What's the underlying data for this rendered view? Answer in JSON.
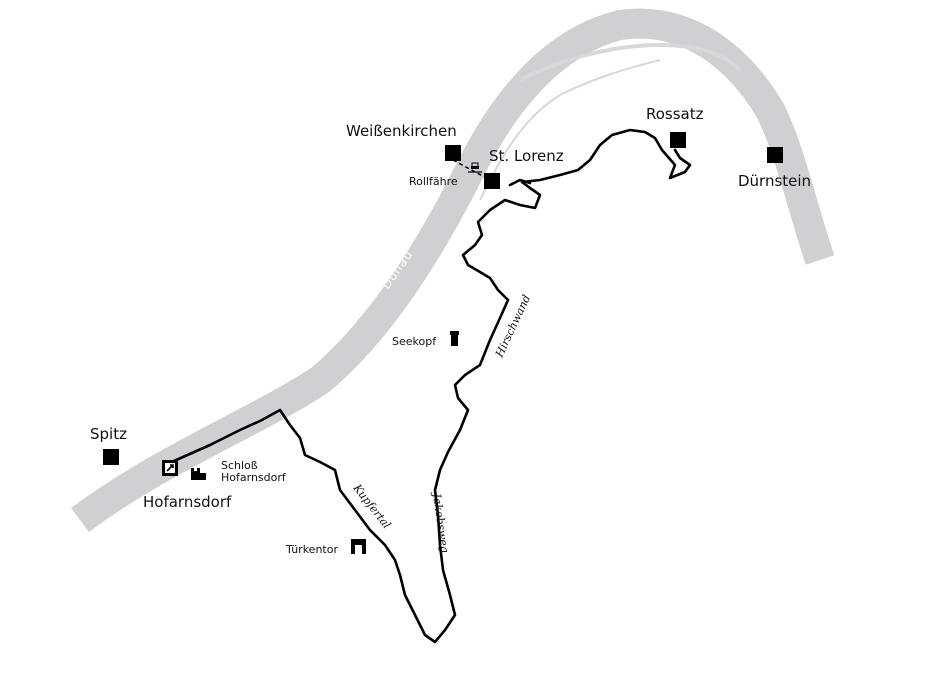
{
  "map": {
    "river": {
      "name": "Donau",
      "color": "#d0d0d2"
    },
    "route_color": "#000000",
    "towns": [
      {
        "id": "spitz",
        "label": "Spitz"
      },
      {
        "id": "hofarnsdorf",
        "label": "Hofarnsdorf"
      },
      {
        "id": "weissenkirchen",
        "label": "Weißenkirchen"
      },
      {
        "id": "st-lorenz",
        "label": "St. Lorenz"
      },
      {
        "id": "rossatz",
        "label": "Rossatz"
      },
      {
        "id": "duernstein",
        "label": "Dürnstein"
      }
    ],
    "pois": [
      {
        "id": "schloss",
        "label_line1": "Schloß",
        "label_line2": "Hofarnsdorf",
        "icon": "castle-icon"
      },
      {
        "id": "rollfaehre",
        "label": "Rollfähre",
        "icon": "ferry-icon"
      },
      {
        "id": "seekopf",
        "label": "Seekopf",
        "icon": "tower-icon"
      },
      {
        "id": "tuerkentor",
        "label": "Türkentor",
        "icon": "gate-icon"
      },
      {
        "id": "start",
        "icon": "start-arrow-icon"
      }
    ],
    "trails": [
      {
        "id": "kupfertal",
        "label": "Kupfertal"
      },
      {
        "id": "jakobsweg",
        "label": "Jakobsweg"
      },
      {
        "id": "hirschwand",
        "label": "Hirschwand"
      }
    ]
  }
}
